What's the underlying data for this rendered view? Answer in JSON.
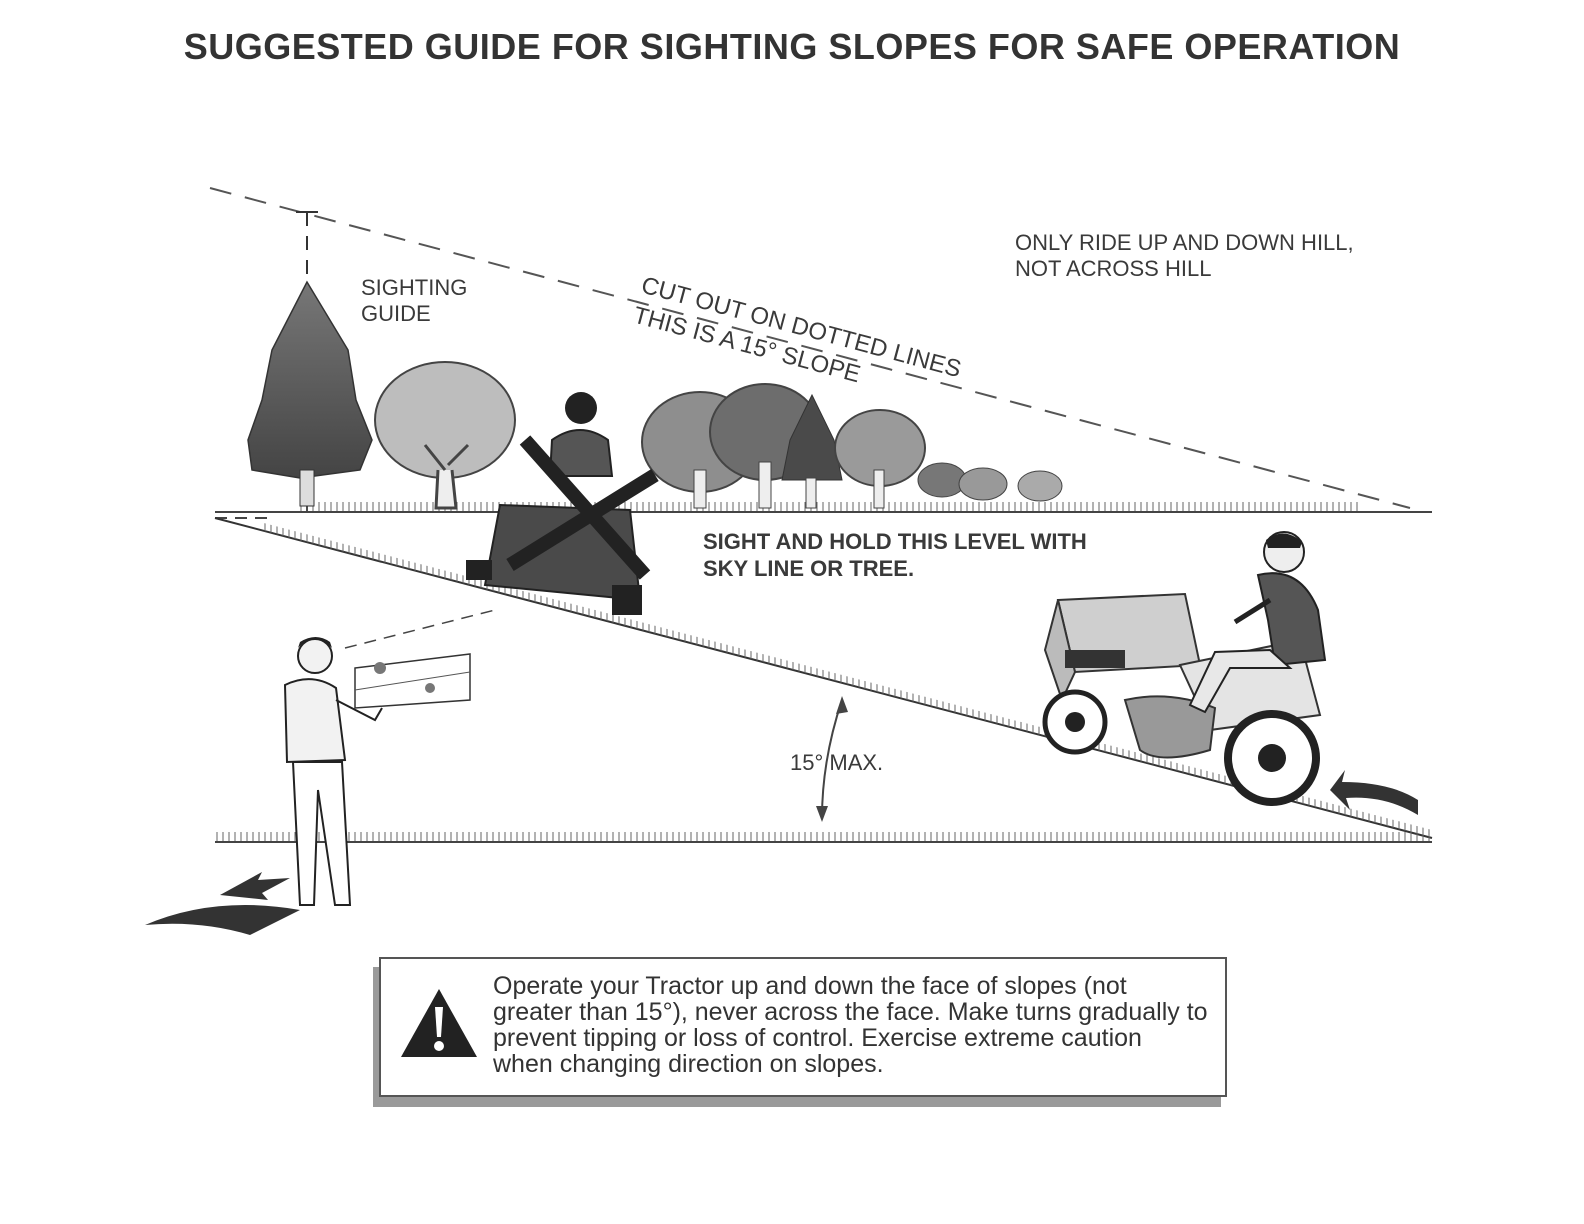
{
  "title": "SUGGESTED GUIDE FOR SIGHTING SLOPES FOR SAFE OPERATION",
  "labels": {
    "sighting_guide_line1": "SIGHTING",
    "sighting_guide_line2": "GUIDE",
    "cut_out": "CUT OUT ON DOTTED LINES",
    "slope_note": "THIS IS A 15° SLOPE",
    "ride_line1": "ONLY RIDE UP AND DOWN HILL,",
    "ride_line2": "NOT ACROSS HILL",
    "sight_line1": "SIGHT AND HOLD THIS LEVEL WITH",
    "sight_line2": "SKY LINE OR TREE.",
    "max_angle": "15° MAX."
  },
  "warning": {
    "icon": "warning-triangle-icon",
    "text": "Operate your Tractor up and down the face of slopes (not greater than 15°), never across the face. Make turns gradually to prevent tipping or loss of control. Exercise extreme caution when changing direction on slopes."
  },
  "icons": [
    "pine-tree-icon",
    "deciduous-tree-icon",
    "tractor-rider-icon",
    "person-icon",
    "arrow-icon"
  ]
}
